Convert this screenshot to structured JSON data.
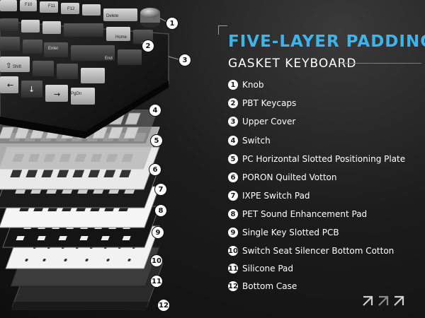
{
  "header": {
    "title": "FIVE-LAYER PADDING",
    "subtitle": "GASKET KEYBOARD"
  },
  "layers": [
    {
      "number": "1",
      "label": "Knob"
    },
    {
      "number": "2",
      "label": "PBT Keycaps"
    },
    {
      "number": "3",
      "label": "Upper Cover"
    },
    {
      "number": "4",
      "label": "Switch"
    },
    {
      "number": "5",
      "label": "PC Horizontal Slotted Positioning Plate"
    },
    {
      "number": "6",
      "label": "PORON Quilted Votton"
    },
    {
      "number": "7",
      "label": "IXPE Switch Pad"
    },
    {
      "number": "8",
      "label": "PET Sound Enhancement Pad"
    },
    {
      "number": "9",
      "label": "Single Key Slotted PCB"
    },
    {
      "number": "10",
      "label": "Switch Seat Silencer Bottom Cotton"
    },
    {
      "number": "11",
      "label": "Silicone  Pad"
    },
    {
      "number": "12",
      "label": "Bottom Case"
    }
  ],
  "keycaps": {
    "row1": [
      "F10",
      "F11",
      "F12",
      "Delete"
    ],
    "row2": [
      "Home"
    ],
    "row3": [
      "Enter",
      "End"
    ],
    "row4": [
      "Shift"
    ],
    "row5": [
      "PgDn"
    ]
  },
  "colors": {
    "accent": "#3fb4ea",
    "background": "#111111",
    "text": "#ffffff"
  },
  "icons": [
    "exploded-keyboard-illustration",
    "brand-arrows-logo"
  ]
}
